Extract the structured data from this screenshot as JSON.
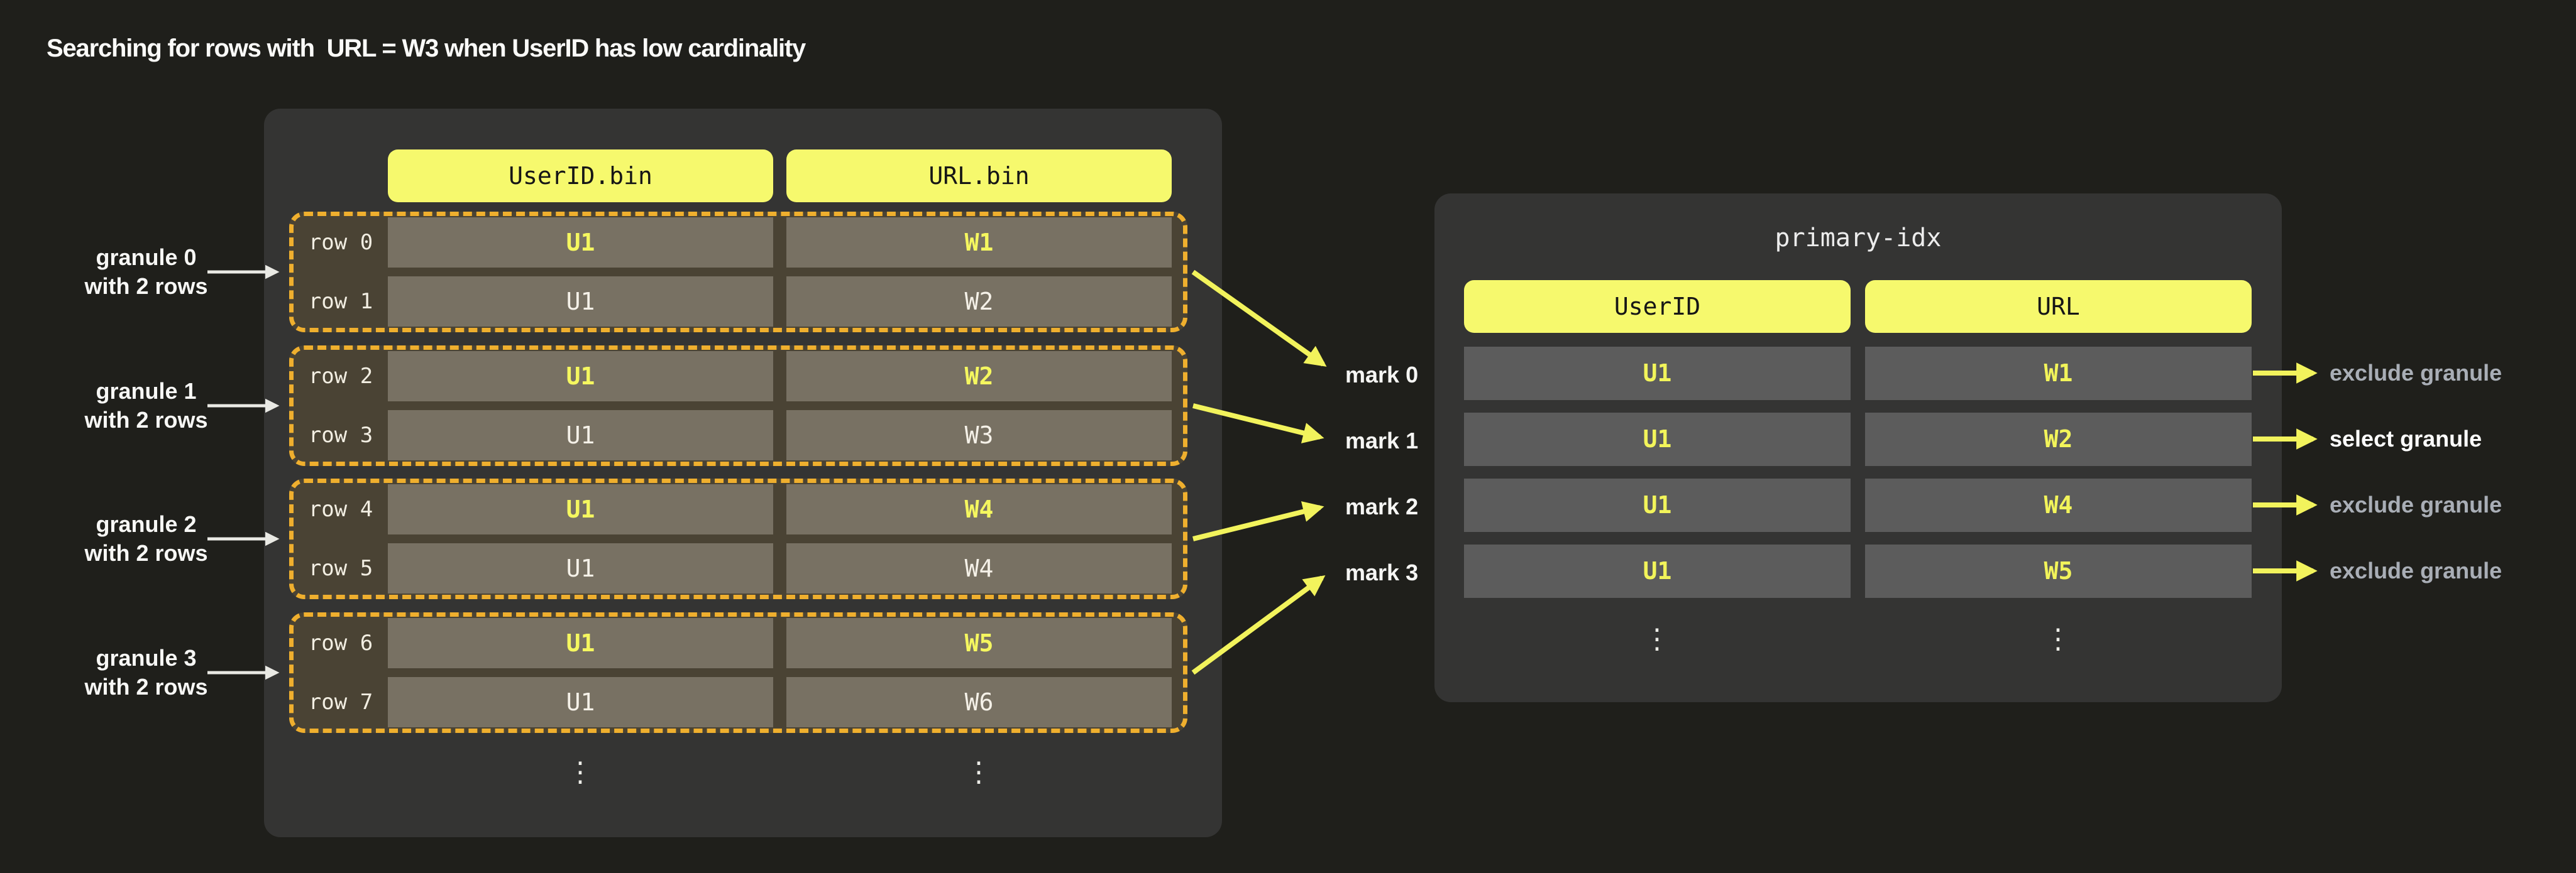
{
  "title": "Searching for rows with  URL = W3 when UserID has low cardinality",
  "colors": {
    "page_background": "#1f1f1b",
    "panel_background": "#343433",
    "header_yellow": "#f6f96d",
    "value_yellow": "#f5f75f",
    "granule_dash_orange": "#efaf2e",
    "granule_fill": "#4a4334",
    "bin_cell_fill": "#787163",
    "index_cell_fill": "#5c5c5c",
    "muted_text": "#a9aeb6",
    "arrow_yellow": "#f2f35c",
    "arrow_white": "#e9e9e4"
  },
  "bin": {
    "columns": [
      "UserID.bin",
      "URL.bin"
    ],
    "granules": [
      {
        "label_line1": "granule 0",
        "label_line2": "with 2 rows",
        "rows": [
          {
            "label": "row 0",
            "userid": "U1",
            "url": "W1"
          },
          {
            "label": "row 1",
            "userid": "U1",
            "url": "W2"
          }
        ]
      },
      {
        "label_line1": "granule 1",
        "label_line2": "with 2 rows",
        "rows": [
          {
            "label": "row 2",
            "userid": "U1",
            "url": "W2"
          },
          {
            "label": "row 3",
            "userid": "U1",
            "url": "W3"
          }
        ]
      },
      {
        "label_line1": "granule 2",
        "label_line2": "with 2 rows",
        "rows": [
          {
            "label": "row 4",
            "userid": "U1",
            "url": "W4"
          },
          {
            "label": "row 5",
            "userid": "U1",
            "url": "W4"
          }
        ]
      },
      {
        "label_line1": "granule 3",
        "label_line2": "with 2 rows",
        "rows": [
          {
            "label": "row 6",
            "userid": "U1",
            "url": "W5"
          },
          {
            "label": "row 7",
            "userid": "U1",
            "url": "W6"
          }
        ]
      }
    ],
    "ellipsis": "⋮"
  },
  "marks": [
    "mark 0",
    "mark 1",
    "mark 2",
    "mark 3"
  ],
  "index": {
    "title": "primary-idx",
    "columns": [
      "UserID",
      "URL"
    ],
    "rows": [
      {
        "userid": "U1",
        "url": "W1"
      },
      {
        "userid": "U1",
        "url": "W2"
      },
      {
        "userid": "U1",
        "url": "W4"
      },
      {
        "userid": "U1",
        "url": "W5"
      }
    ],
    "ellipsis": "⋮"
  },
  "annotations": [
    "exclude granule",
    "select granule",
    "exclude granule",
    "exclude granule"
  ]
}
